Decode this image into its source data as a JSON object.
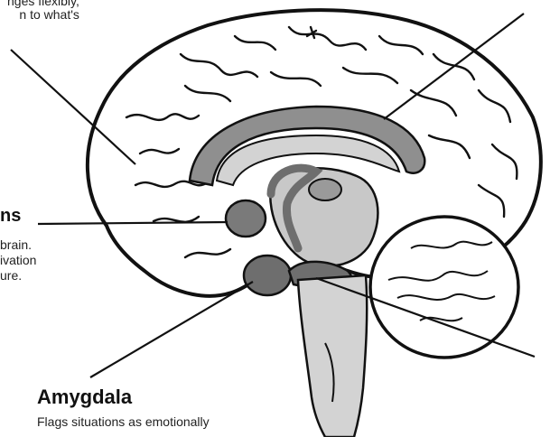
{
  "labels": {
    "prefrontal_lines": [
      "nges flexibly,",
      "n to what's"
    ],
    "top_right_fragment": "",
    "nucleus_heading": "ns",
    "nucleus_lines": [
      "brain.",
      "ivation",
      "ure."
    ],
    "amygdala_heading": "Amygdala",
    "amygdala_description": "Flags situations as emotionally"
  },
  "colors": {
    "ink": "#111111",
    "gray_light": "#d3d3d3",
    "gray_mid": "#a9a9a9",
    "gray_dark": "#6e6e6e",
    "paper": "#ffffff"
  }
}
